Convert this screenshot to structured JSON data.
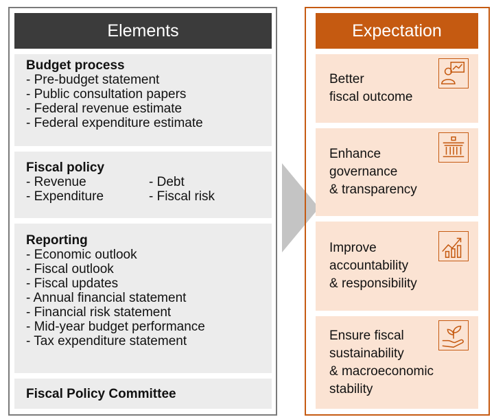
{
  "elements": {
    "header": "Elements",
    "budget_process": {
      "title": "Budget process",
      "items": [
        "- Pre-budget statement",
        "- Public consultation papers",
        "- Federal revenue estimate",
        "- Federal expenditure estimate"
      ]
    },
    "fiscal_policy": {
      "title": "Fiscal policy",
      "col1": [
        "- Revenue",
        "- Expenditure"
      ],
      "col2": [
        "- Debt",
        "- Fiscal risk"
      ]
    },
    "reporting": {
      "title": "Reporting",
      "items": [
        "- Economic outlook",
        "- Fiscal outlook",
        "- Fiscal updates",
        "- Annual financial statement",
        "- Financial risk statement",
        "- Mid-year budget performance",
        "- Tax expenditure statement"
      ]
    },
    "committee": {
      "title": "Fiscal Policy Committee"
    }
  },
  "expectation": {
    "header": "Expectation",
    "items": [
      {
        "line1": "Better",
        "line2": "fiscal outcome",
        "line3": "",
        "line4": "",
        "icon": "presentation-person-icon"
      },
      {
        "line1": "Enhance",
        "line2": "governance",
        "line3": "& transparency",
        "line4": "",
        "icon": "government-building-icon"
      },
      {
        "line1": "Improve",
        "line2": "accountability",
        "line3": "& responsibility",
        "line4": "",
        "icon": "growth-chart-icon"
      },
      {
        "line1": "Ensure fiscal",
        "line2": "sustainability",
        "line3": "& macroeconomic",
        "line4": "stability",
        "icon": "hand-plant-icon"
      }
    ]
  },
  "colors": {
    "dark_header": "#3b3b3b",
    "accent": "#c55a11",
    "light_accent": "#fbe3d3",
    "light_gray": "#ececec",
    "arrow": "#c4c4c4"
  }
}
